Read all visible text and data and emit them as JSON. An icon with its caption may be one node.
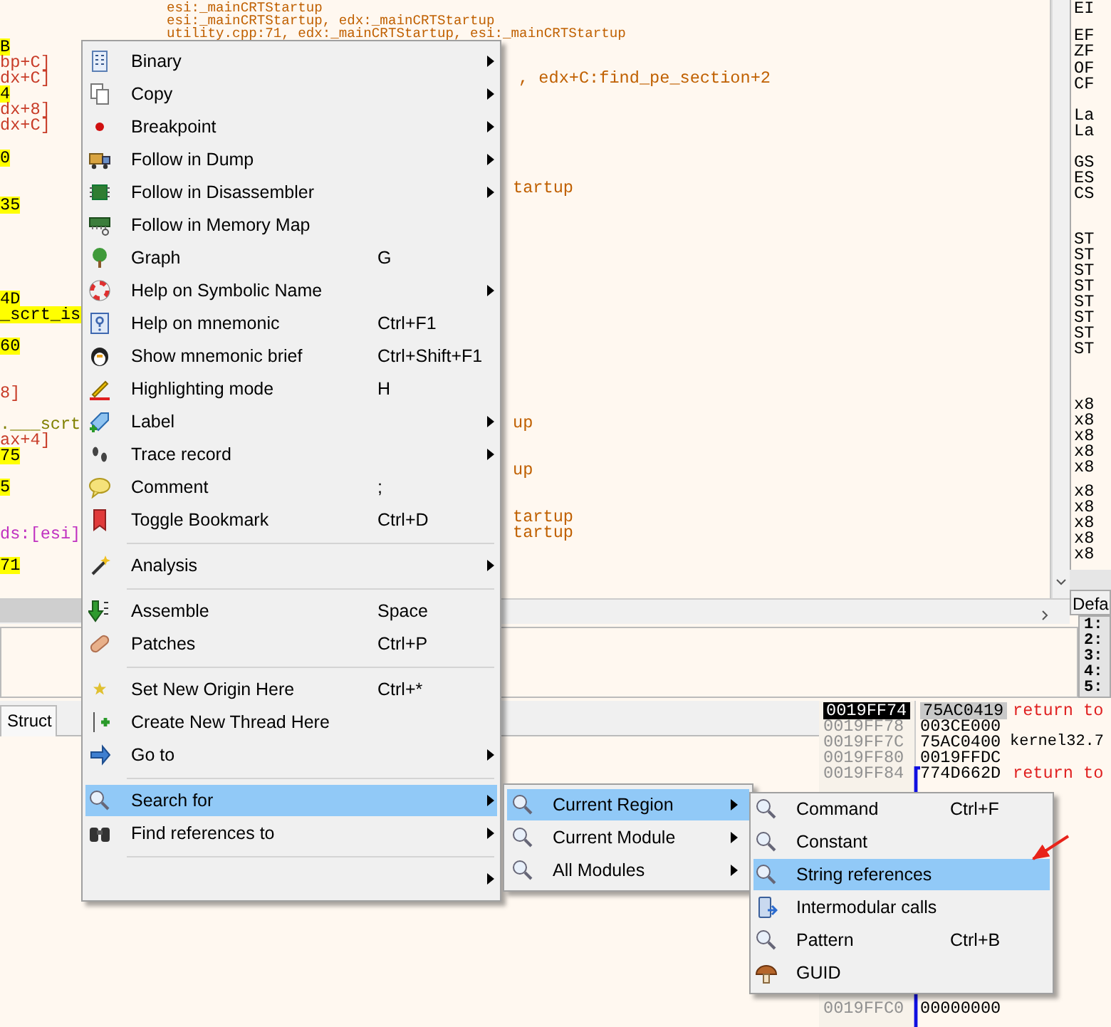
{
  "diagram": {
    "nodes": [
      {
        "text": [],
        "shape": "box"
      },
      {
        "text": [
          "Binary"
        ],
        "in": 0
      },
      {
        "text": [
          "Copy"
        ],
        "in": 0
      },
      {
        "text": [
          "Breakpoint"
        ],
        "in": 0
      },
      {
        "text": [
          "Follow in Dump"
        ],
        "in": 0
      },
      {
        "text": [
          "Follow in Disassembler"
        ],
        "in": 0
      },
      {
        "text": [
          "Follow in Memory Map"
        ],
        "in": 0
      },
      {
        "text": [
          "Graph"
        ],
        "in": 0
      },
      {
        "text": [
          "Help on Symbolic Name"
        ],
        "in": 0
      },
      {
        "text": [
          "Help on mnemonic"
        ],
        "in": 0
      },
      {
        "text": [
          "Show mnemonic brief"
        ],
        "in": 0
      },
      {
        "text": [
          "Highlighting mode"
        ],
        "in": 0
      },
      {
        "text": [
          "Label"
        ],
        "in": 0
      },
      {
        "text": [
          "Trace record"
        ],
        "in": 0
      },
      {
        "text": [
          "Comment"
        ],
        "in": 0
      },
      {
        "text": [
          "Toggle Bookmark"
        ],
        "in": 0
      },
      {
        "text": [
          "Analysis"
        ],
        "in": 0
      },
      {
        "text": [
          "Assemble"
        ],
        "in": 0
      },
      {
        "text": [
          "Patches"
        ],
        "in": 0
      },
      {
        "text": [
          "Set New Origin Here"
        ],
        "in": 0
      },
      {
        "text": [
          "Create New Thread Here"
        ],
        "in": 0
      },
      {
        "text": [
          "Go to"
        ],
        "in": 0
      },
      {
        "text": [
          "Search for"
        ],
        "in": 0
      },
      {
        "text": [
          "Find references to"
        ],
        "in": 0
      },
      {
        "text": [],
        "shape": "box",
        "in": 0
      },
      {
        "text": [],
        "shape": "box"
      },
      {
        "text": [
          "Current Region"
        ],
        "in": 25
      },
      {
        "text": [
          "Current Module"
        ],
        "in": 25
      },
      {
        "text": [
          "All Modules"
        ],
        "in": 25
      },
      {
        "text": [],
        "shape": "box"
      },
      {
        "text": [
          "Command"
        ],
        "in": 29
      },
      {
        "text": [
          "Constant"
        ],
        "in": 29
      },
      {
        "text": [
          "String references"
        ],
        "in": 29
      },
      {
        "text": [
          "Intermodular calls"
        ],
        "in": 29
      },
      {
        "text": [
          "Pattern"
        ],
        "in": 29
      },
      {
        "text": [
          "GUID"
        ],
        "in": 29
      }
    ],
    "edges": [
      {
        "from": null,
        "to": 32,
        "arrow": "to",
        "color": "#e8231a"
      }
    ],
    "labels": [
      "esi:_mainCRTStartup",
      "esi:_mainCRTStartup, edx:_mainCRTStartup",
      "utility.cpp:71, edx:_mainCRTStartup, esi:_mainCRTStartup",
      "B",
      "bp+C]",
      "dx+C]",
      "4",
      "dx+8]",
      "dx+C]",
      "0",
      "35",
      "4D",
      "_scrt_is",
      "60",
      "8]",
      ".___scrt",
      "ax+4]",
      "75",
      "5",
      "ds:[esi]",
      "71",
      ", edx+C:find_pe_section+2",
      "tartup",
      "up",
      "up",
      "tartup",
      "tartup",
      "EI",
      "EF",
      "ZF",
      "OF",
      "CF",
      "La",
      "La",
      "GS",
      "ES",
      "CS",
      "ST",
      "ST",
      "ST",
      "ST",
      "ST",
      "ST",
      "ST",
      "ST",
      "x8",
      "x8",
      "x8",
      "x8",
      "x8",
      "x8",
      "x8",
      "x8",
      "x8",
      "x8",
      "Defa",
      "1:",
      "2:",
      "3:",
      "4:",
      "5:",
      "Struct",
      "0019FF74",
      "75AC0419",
      "return to",
      "0019FF78",
      "003CE000",
      "0019FF7C",
      "75AC0400",
      "kernel32.7",
      "0019FF80",
      "0019FFDC",
      "0019FF84",
      "774D662D",
      "return to",
      "0019FFC0",
      "00000000",
      "G",
      "Ctrl+F1",
      "Ctrl+Shift+F1",
      "H",
      ";",
      "Ctrl+D",
      "Space",
      "Ctrl+P",
      "Ctrl+*",
      "Ctrl+F",
      "Ctrl+B"
    ]
  }
}
